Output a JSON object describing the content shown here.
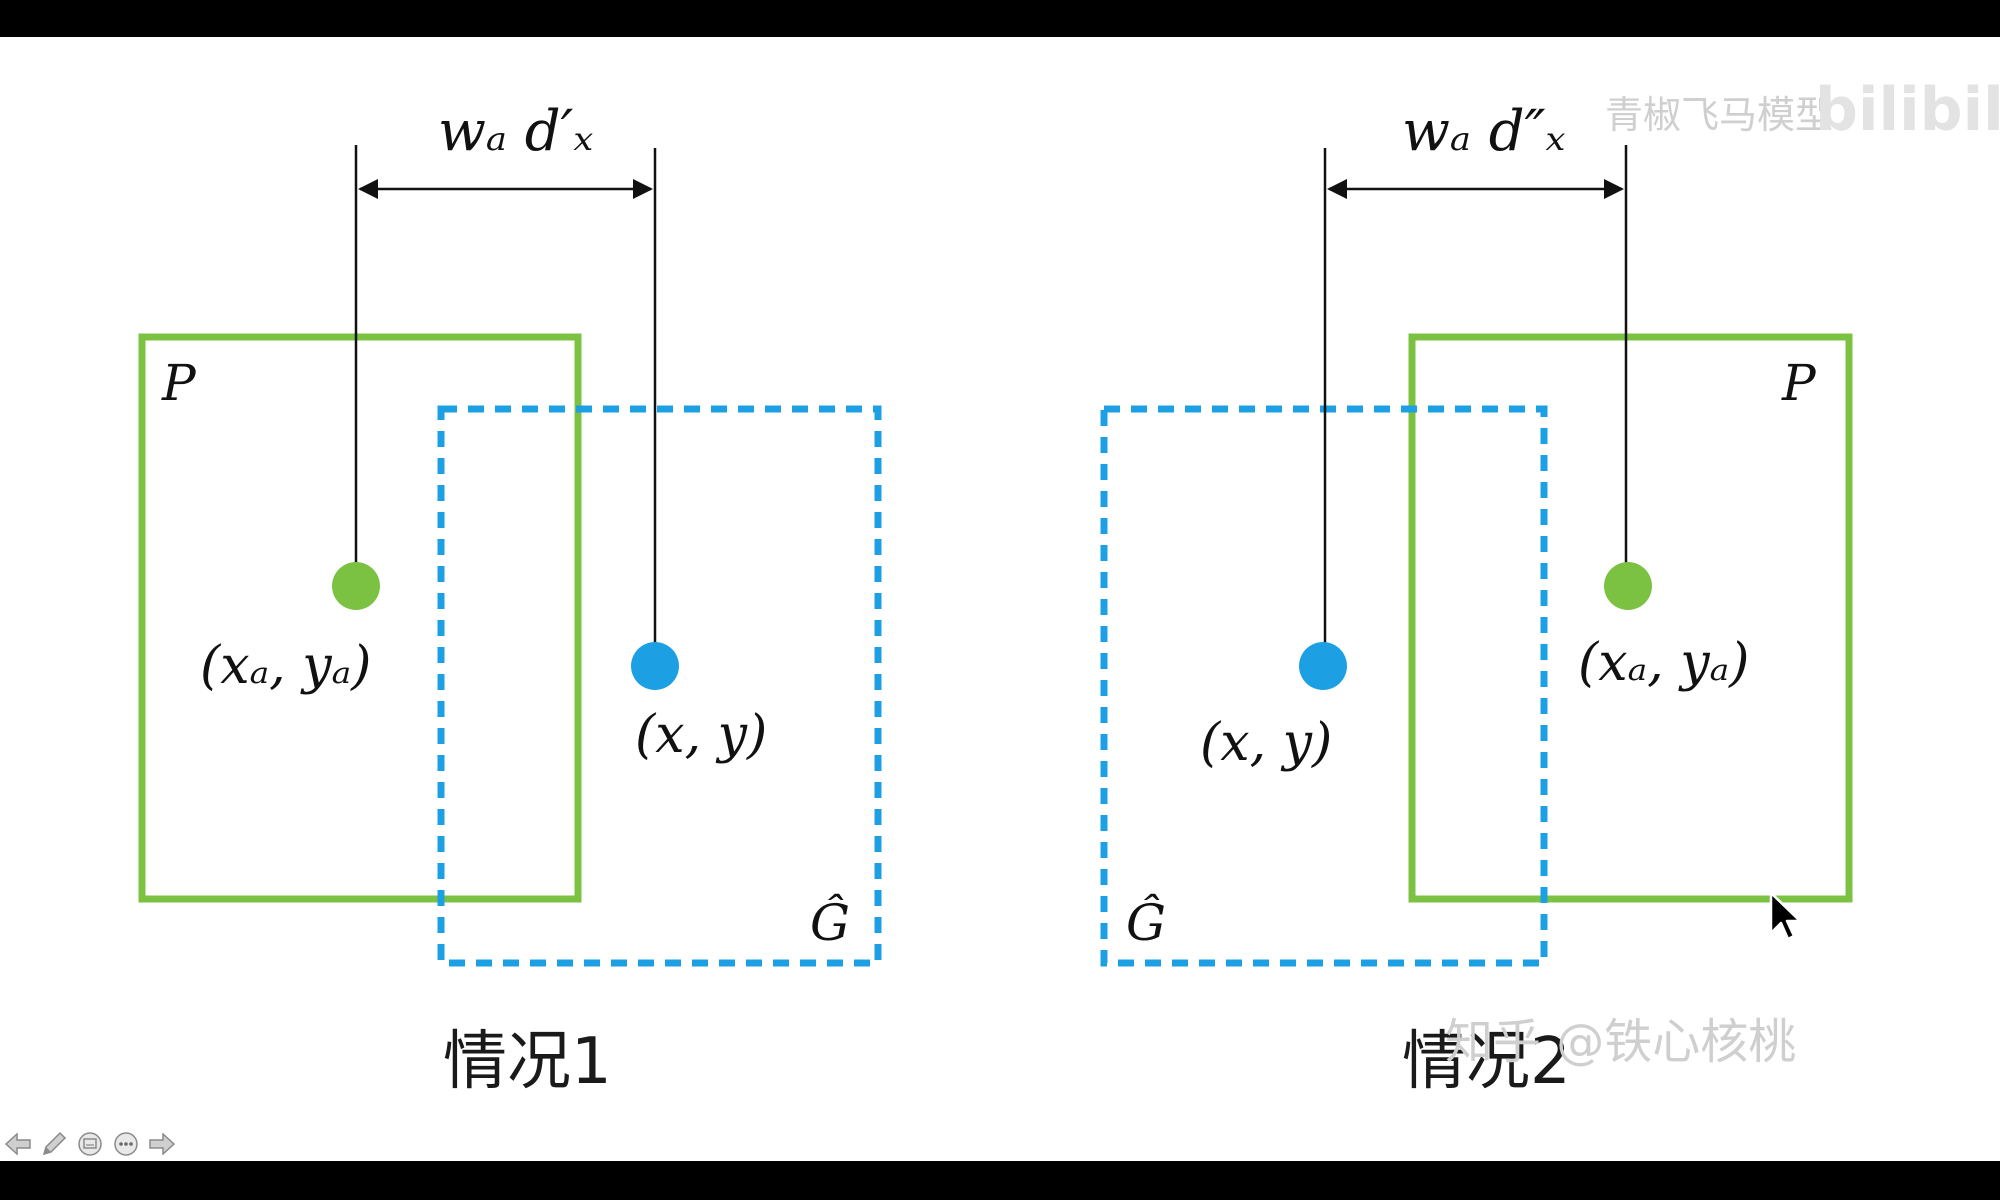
{
  "diagram": {
    "case1": {
      "caption": "情况1",
      "anchor_box_label": "P",
      "gt_box_label": "Ĝ",
      "anchor_point_label": "(xₐ, yₐ)",
      "target_point_label": "(x, y)",
      "offset_label": "wₐ d′ₓ"
    },
    "case2": {
      "caption": "情况2",
      "anchor_box_label": "P",
      "gt_box_label": "Ĝ",
      "anchor_point_label": "(xₐ, yₐ)",
      "target_point_label": "(x, y)",
      "offset_label": "wₐ d″ₓ"
    },
    "colors": {
      "anchor_box": "#7cc242",
      "gt_box": "#1ca0e3",
      "anchor_point": "#7cc242",
      "target_point": "#1ca0e3",
      "line": "#111111"
    }
  },
  "watermarks": {
    "top_right_text": "青椒飞马模型",
    "top_right_logo": "bilibili",
    "bottom_right": "知乎 @铁心核桃"
  },
  "toolbar": {
    "icons": [
      "arrow-left-icon",
      "pen-icon",
      "slides-icon",
      "more-icon",
      "arrow-right-icon"
    ]
  }
}
